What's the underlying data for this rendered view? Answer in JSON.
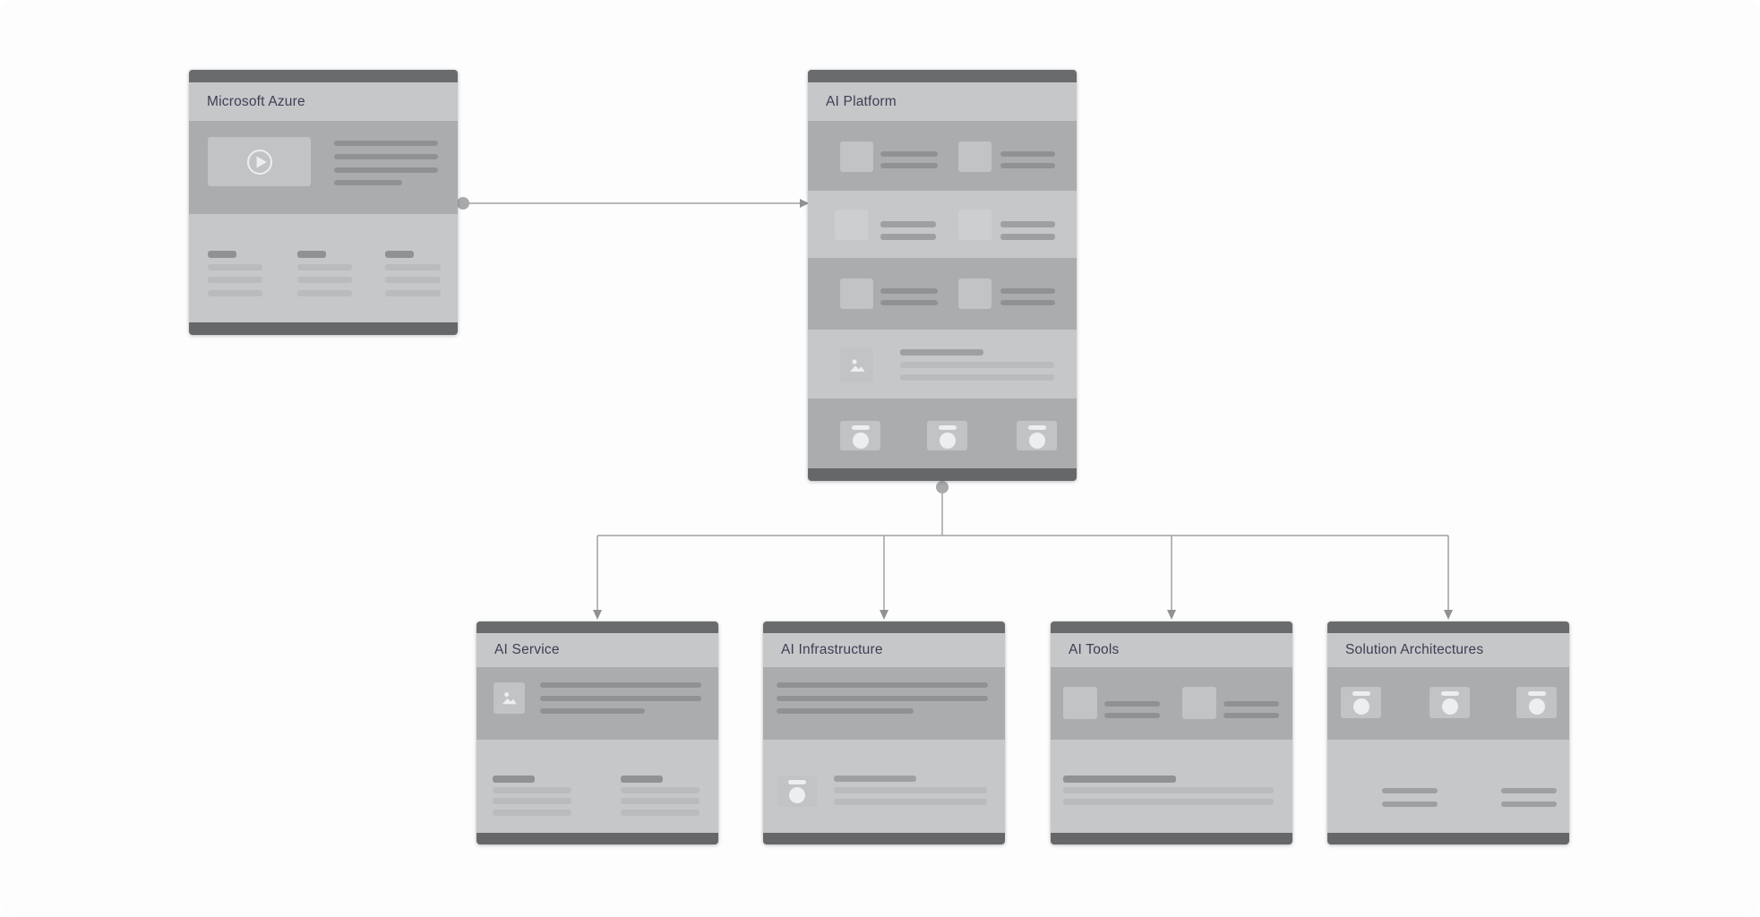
{
  "theme": {
    "canvas_bg": "#fdfdfe",
    "bar_top": "#696b6d",
    "bar_bottom": "#656769",
    "section_dark": "#aaacae",
    "section_light": "#c6c7c9",
    "ph_light": "#c1c3c5",
    "ph_faint": "#cdcecf",
    "line_dark": "#8f9193",
    "line_mid": "#9da0a2",
    "line_light": "#b9bbbd",
    "glyph_light": "#edeef0",
    "title_color": "#3c3f53",
    "connector": "#a0a2a4",
    "connector_arrow": "#8f9193",
    "connector_dot": "#a7a9ab"
  },
  "nodes": [
    {
      "id": "microsoft-azure",
      "title": "Microsoft Azure"
    },
    {
      "id": "ai-platform",
      "title": "AI Platform"
    },
    {
      "id": "ai-service",
      "title": "AI Service"
    },
    {
      "id": "ai-infrastructure",
      "title": "AI Infrastructure"
    },
    {
      "id": "ai-tools",
      "title": "AI Tools"
    },
    {
      "id": "solution-architectures",
      "title": "Solution Architectures"
    }
  ],
  "connections": [
    {
      "from": "Microsoft Azure",
      "to": "AI Platform"
    },
    {
      "from": "AI Platform",
      "to": "AI Service"
    },
    {
      "from": "AI Platform",
      "to": "AI Infrastructure"
    },
    {
      "from": "AI Platform",
      "to": "AI Tools"
    },
    {
      "from": "AI Platform",
      "to": "Solution Architectures"
    }
  ]
}
